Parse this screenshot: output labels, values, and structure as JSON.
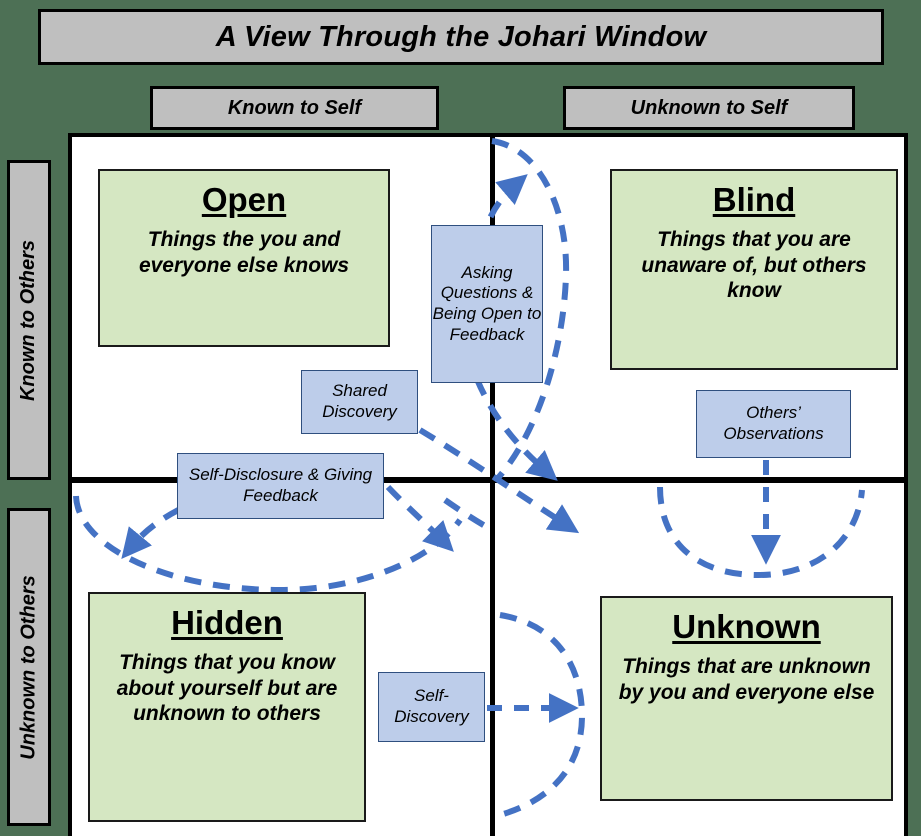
{
  "title": "A View Through the Johari Window",
  "colors": {
    "background": "#4d7055",
    "header_gray": "#bfbfbf",
    "quadrant_green": "#d5e7c2",
    "callout_blue": "#bdcdea",
    "arrow_blue": "#4472c4",
    "line_black": "#000000"
  },
  "axis_headers": {
    "columns": [
      {
        "id": "known-to-self",
        "label": "Known to Self"
      },
      {
        "id": "unknown-to-self",
        "label": "Unknown to Self"
      }
    ],
    "rows": [
      {
        "id": "known-to-others",
        "label": "Known to Others"
      },
      {
        "id": "unknown-to-others",
        "label": "Unknown to Others"
      }
    ]
  },
  "quadrants": [
    {
      "id": "open",
      "title": "Open",
      "description": "Things the you and everyone else knows"
    },
    {
      "id": "blind",
      "title": "Blind",
      "description": "Things that you are unaware of, but others know"
    },
    {
      "id": "hidden",
      "title": "Hidden",
      "description": "Things that you know about yourself but are unknown to others"
    },
    {
      "id": "unknown",
      "title": "Unknown",
      "description": "Things that are unknown by you and everyone else"
    }
  ],
  "callouts": [
    {
      "id": "asking-questions",
      "label": "Asking Questions & Being Open to Feedback"
    },
    {
      "id": "shared-discovery",
      "label": "Shared Discovery"
    },
    {
      "id": "self-disclosure",
      "label": "Self-Disclosure & Giving Feedback"
    },
    {
      "id": "others-observations",
      "label": "Others’ Observations"
    },
    {
      "id": "self-discovery",
      "label": "Self-Discovery"
    }
  ]
}
